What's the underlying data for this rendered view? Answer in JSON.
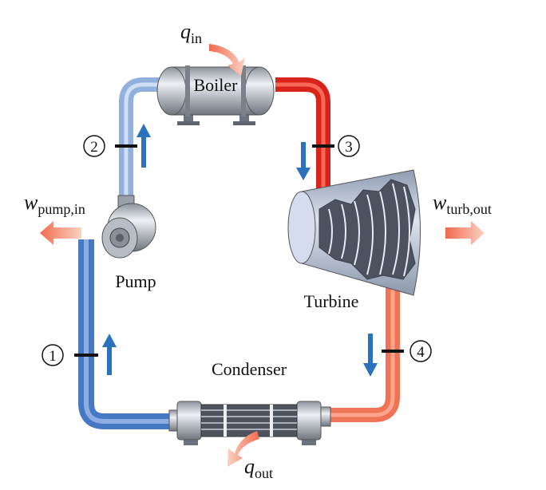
{
  "labels": {
    "q_in": {
      "main": "q",
      "sub": "in"
    },
    "q_out": {
      "main": "q",
      "sub": "out"
    },
    "w_pump": {
      "main": "w",
      "sub": "pump,in"
    },
    "w_turb": {
      "main": "w",
      "sub": "turb,out"
    },
    "boiler": "Boiler",
    "pump": "Pump",
    "turbine": "Turbine",
    "condenser": "Condenser"
  },
  "states": [
    "1",
    "2",
    "3",
    "4"
  ],
  "colors": {
    "cold_pipe": "#5b8fd6",
    "pump_outlet_pipe": "#9db9e3",
    "hot_pipe": "#e2271f",
    "exhaust_pipe": "#f07a5a",
    "flow_arrow": "#2a72bd",
    "heat_arrow": "#f26b4f"
  }
}
